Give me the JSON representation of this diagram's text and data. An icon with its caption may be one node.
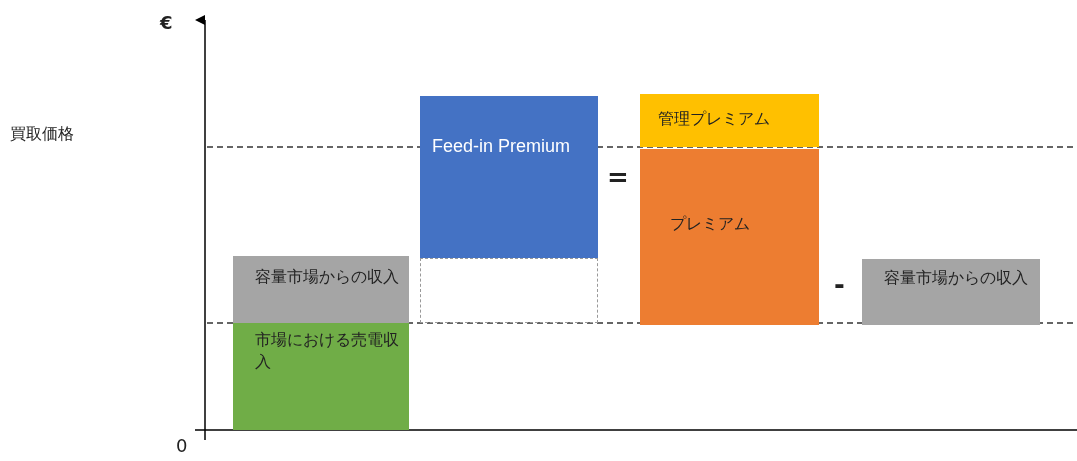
{
  "diagram": {
    "nodes": [
      {
        "text": [
          "容量市場からの収入"
        ]
      },
      {
        "text": [
          "市場における売電収入"
        ]
      },
      {
        "text": [
          "Feed-in Premium"
        ]
      },
      {
        "text": [],
        "shape": "box"
      },
      {
        "text": [
          "管理プレミアム"
        ]
      },
      {
        "text": [
          "プレミアム"
        ]
      },
      {
        "text": [
          "容量市場からの収入"
        ]
      }
    ],
    "edges": [],
    "labels": [
      "€",
      "買取価格",
      "=",
      "-",
      "0"
    ]
  }
}
